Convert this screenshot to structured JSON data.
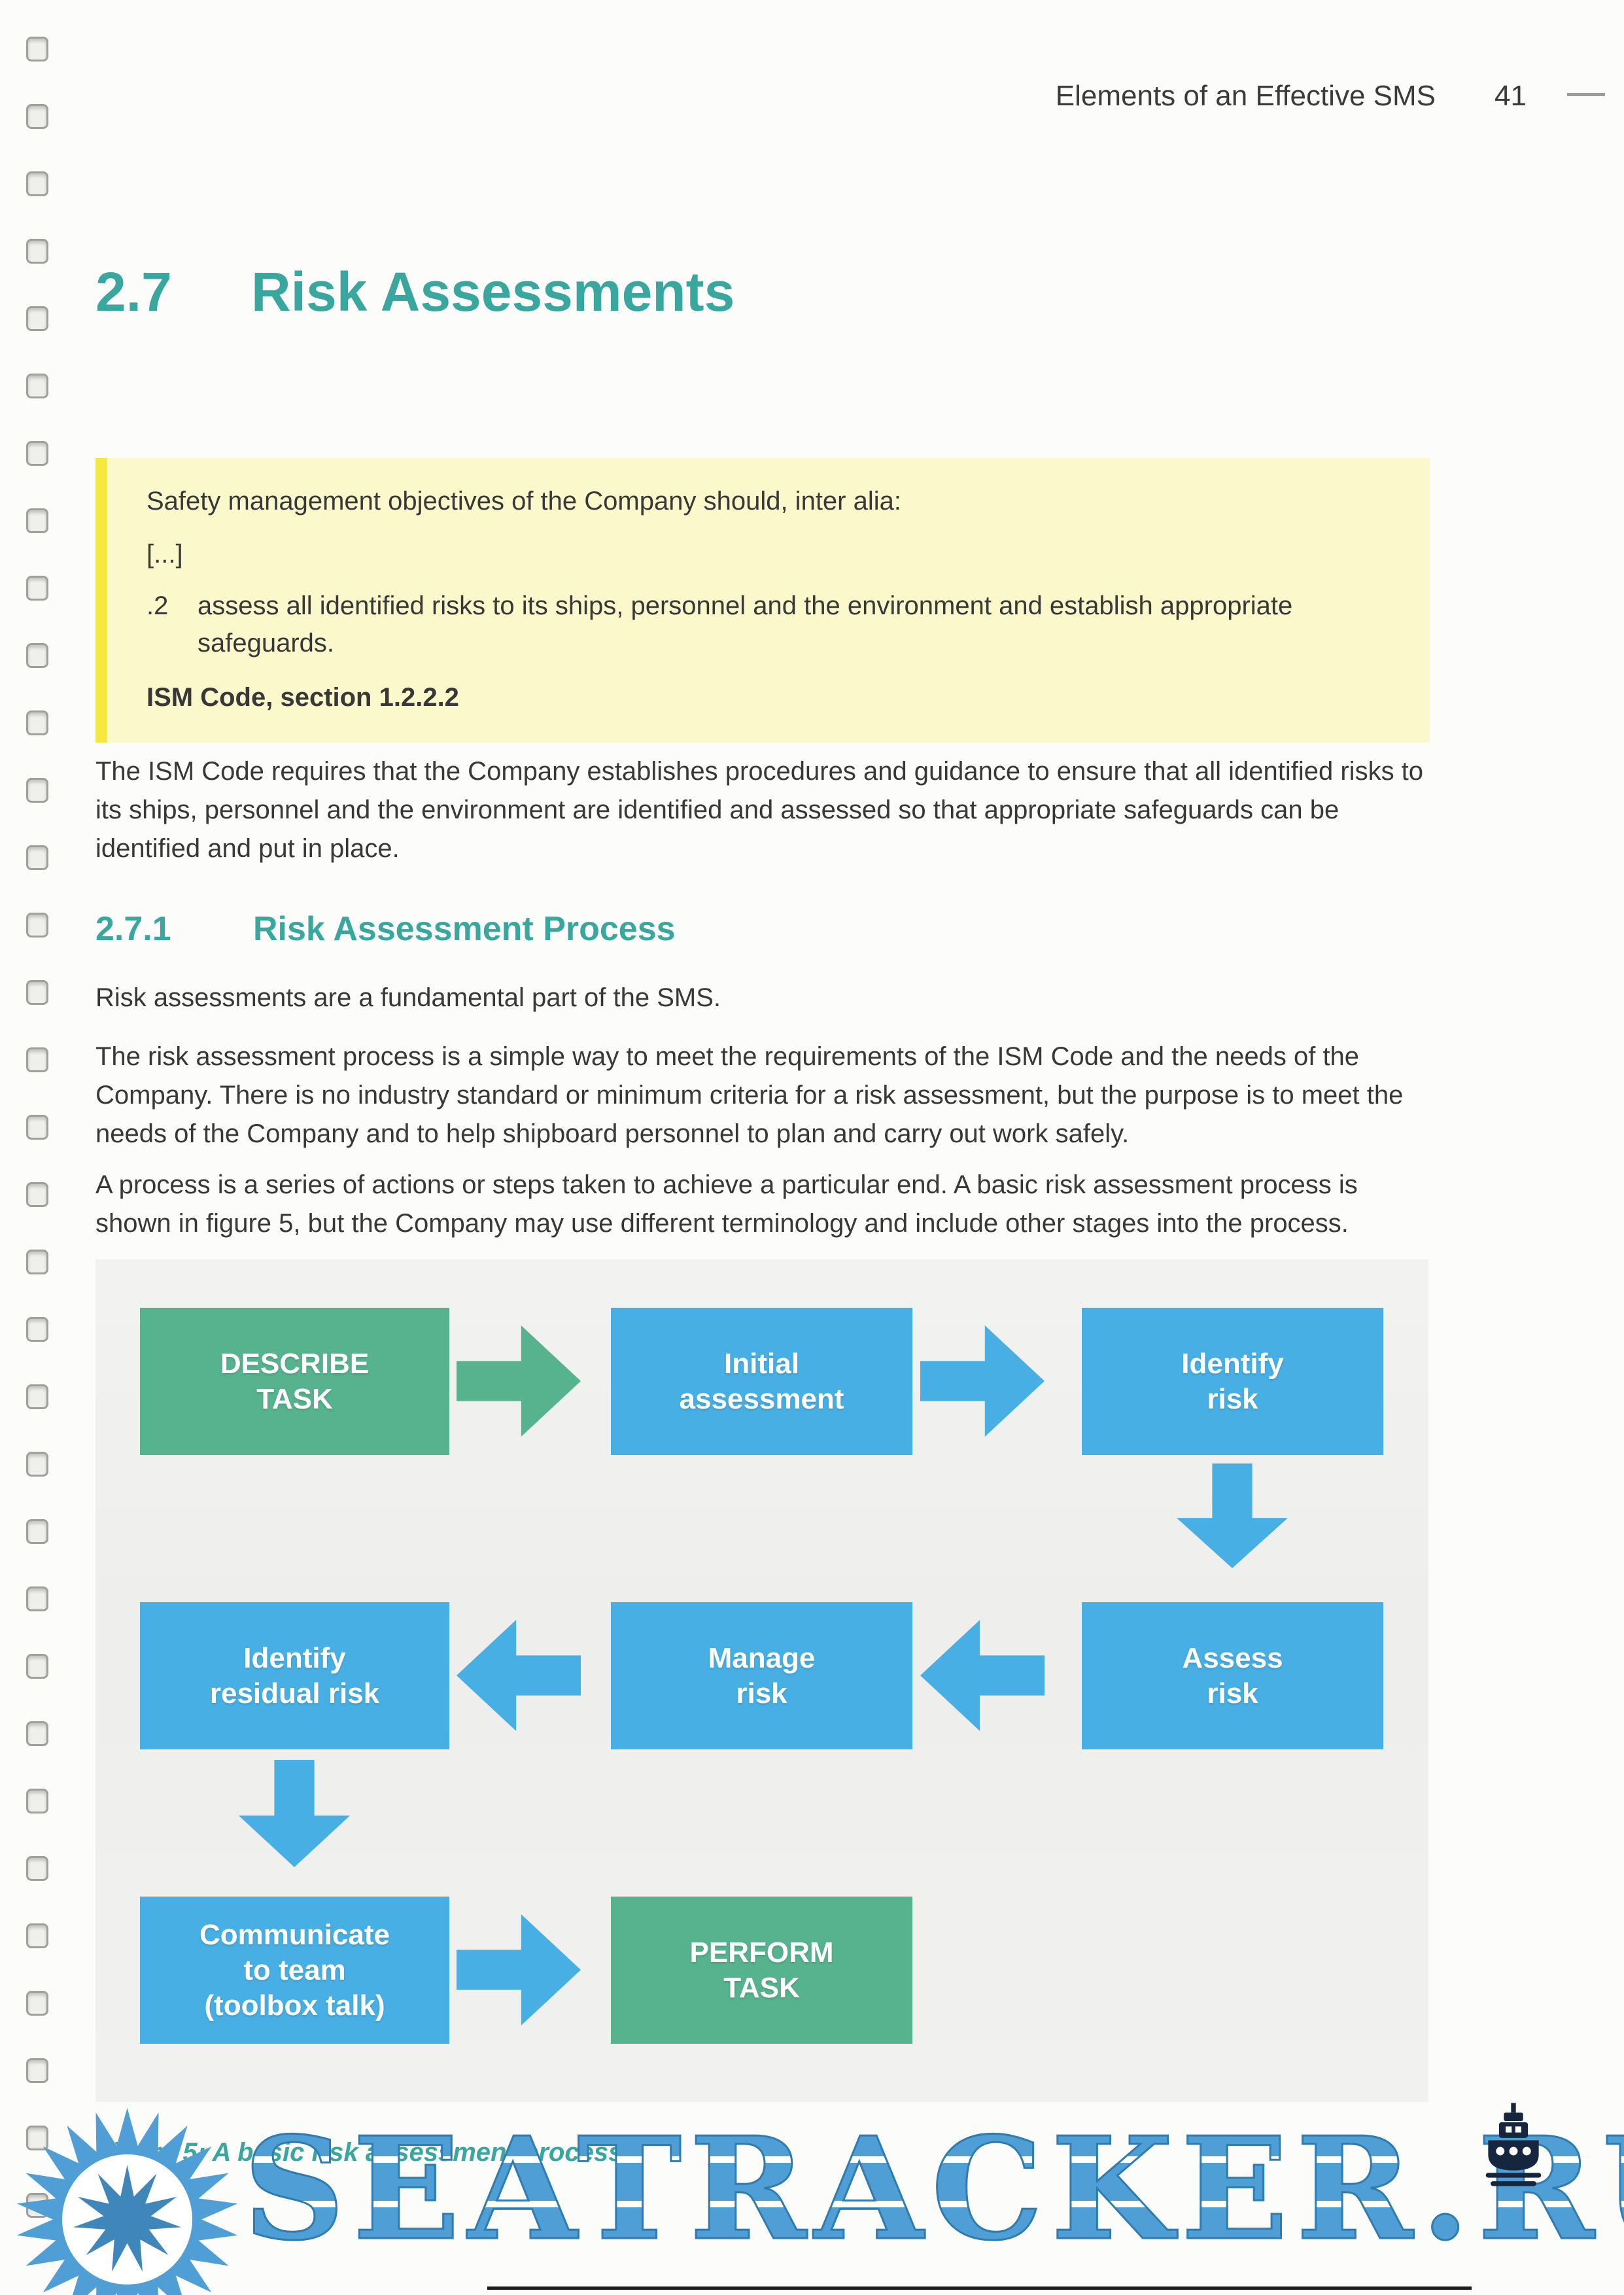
{
  "header": {
    "title": "Elements of an Effective SMS",
    "page_number": "41"
  },
  "section": {
    "number": "2.7",
    "title": "Risk Assessments"
  },
  "quote_box": {
    "intro": "Safety management objectives of the Company should, inter alia:",
    "ellipsis": "[...]",
    "item_number": ".2",
    "item_text": "assess all identified risks to its ships, personnel and the environment and establish appropriate safeguards.",
    "source": "ISM Code, section 1.2.2.2"
  },
  "paragraphs": [
    "The ISM Code requires that the Company establishes procedures and guidance to ensure that all identified risks to its ships, personnel and the environment are identified and assessed so that appropriate safeguards can be identified and put in place.",
    "Risk assessments are a fundamental part of the SMS.",
    "The risk assessment process is a simple way to meet the requirements of the ISM Code and the needs of the Company. There is no industry standard or minimum criteria for a risk assessment, but the purpose is to meet the needs of the Company and to help shipboard personnel to plan and carry out work safely.",
    "A process is a series of actions or steps taken to achieve a particular end. A basic risk assessment process is shown in figure 5, but the Company may use different terminology and include other stages into the process."
  ],
  "subsection": {
    "number": "2.7.1",
    "title": "Risk Assessment Process"
  },
  "figure": {
    "caption": "Figure 5: A basic risk assessment process",
    "nodes": [
      {
        "label_lines": [
          "DESCRIBE",
          "TASK"
        ],
        "style": "green"
      },
      {
        "label_lines": [
          "Initial",
          "assessment"
        ],
        "style": "blue"
      },
      {
        "label_lines": [
          "Identify",
          "risk"
        ],
        "style": "blue"
      },
      {
        "label_lines": [
          "Identify",
          "residual risk"
        ],
        "style": "blue"
      },
      {
        "label_lines": [
          "Manage",
          "risk"
        ],
        "style": "blue"
      },
      {
        "label_lines": [
          "Assess",
          "risk"
        ],
        "style": "blue"
      },
      {
        "label_lines": [
          "Communicate",
          "to team",
          "(toolbox talk)"
        ],
        "style": "blue"
      },
      {
        "label_lines": [
          "PERFORM",
          "TASK"
        ],
        "style": "green"
      }
    ],
    "colors": {
      "green_box": "#57b28e",
      "blue_box": "#47afe3",
      "background": "#f1f1ee"
    }
  },
  "watermark": {
    "text": "SEATRACKER.RU",
    "color": "#4f9fd6"
  },
  "colors": {
    "heading_teal": "#3aa79f",
    "quote_background": "#fbf9cb",
    "quote_bar": "#f4e93c",
    "body_text": "#383838"
  }
}
